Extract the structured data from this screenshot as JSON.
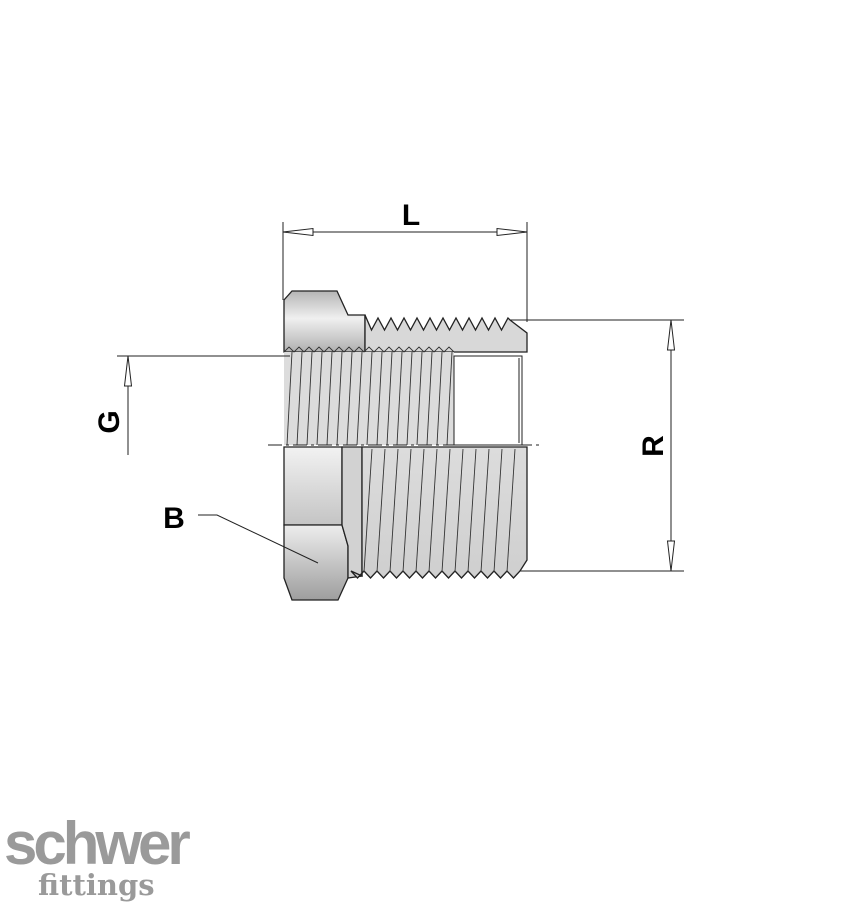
{
  "labels": {
    "length": "L",
    "thread": "R",
    "inner_thread": "G",
    "hex": "B"
  },
  "logo": {
    "main": "schwer",
    "sub": "fittings"
  },
  "colors": {
    "metal_light": "#e6e6e6",
    "metal_mid": "#bdbdbd",
    "metal_dark": "#8c8c8c",
    "logo_gray": "#9a9a9a"
  }
}
